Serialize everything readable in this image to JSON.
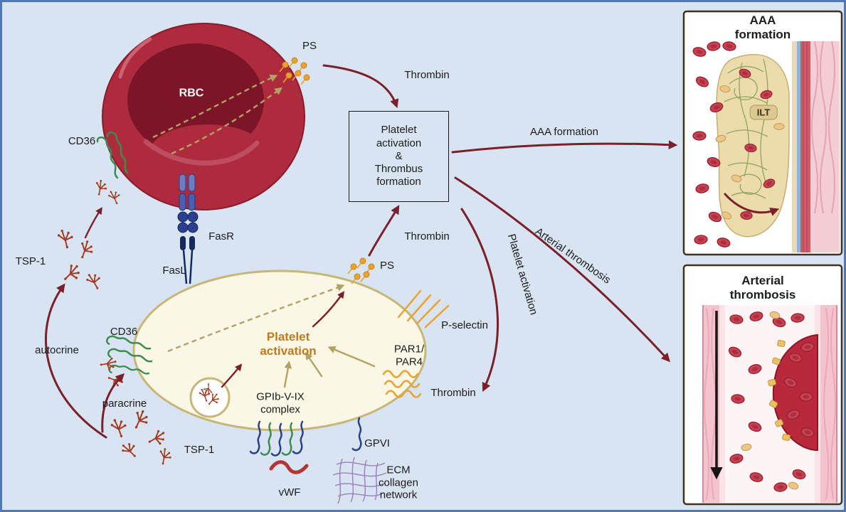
{
  "colors": {
    "canvas-bg": "#d8e4f2",
    "canvas-border": "#4f79b5",
    "rbc-fill": "#ad2b3d",
    "rbc-dark": "#7c1527",
    "rbc-highlight": "#d06a7c",
    "platelet-fill": "#fbf7e6",
    "platelet-stroke": "#c8b678",
    "orange": "#eca22d",
    "green": "#3d8b4f",
    "navy": "#2b3f8c",
    "navy-dark": "#16295e",
    "tsp-red": "#a33b22",
    "arrow-dark-red": "#7b1f2b",
    "arrow-tan": "#b3a263",
    "text-orange": "#bf7a1e",
    "purple": "#8f6fae",
    "vwf-red": "#b23434",
    "panel-border": "#41311f",
    "cell-red": "#c84152",
    "cell-red-dark": "#96202f",
    "cell-tan": "#ecc687",
    "wall-pink": "#f5cdd5",
    "wall-red": "#d05a6a",
    "wall-blue": "#8fb4dc",
    "ilt-fill": "#ecdcab",
    "mesh-green": "#7e9b52"
  },
  "labels": {
    "rbc": "RBC",
    "ps_top": "PS",
    "thrombin_top": "Thrombin",
    "cd36_rbc": "CD36",
    "tsp1_left": "TSP-1",
    "autocrine": "autocrine",
    "paracrine": "paracrine",
    "fasr": "FasR",
    "fasl": "FasL",
    "center_box": "Platelet\nactivation\n&\nThrombus\nformation",
    "aaa_formation_arrow": "AAA formation",
    "arterial_thrombosis_arrow": "Arterial thrombosis",
    "platelet_activation_arrow": "Platelet activation",
    "thrombin_mid": "Thrombin",
    "platelet_activation_main": "Platelet\nactivation",
    "cd36_platelet": "CD36",
    "tsp1_platelet": "TSP-1",
    "gpib_complex": "GPIb-V-IX\ncomplex",
    "vwf": "vWF",
    "gpvi": "GPVI",
    "ecm": "ECM\ncollagen\nnetwork",
    "ps_platelet": "PS",
    "p_selectin": "P-selectin",
    "par_receptors": "PAR1/\nPAR4",
    "thrombin_par": "Thrombin"
  },
  "panels": {
    "aaa": {
      "title": "AAA formation",
      "ilt_label": "ILT"
    },
    "arterial": {
      "title": "Arterial\nthrombosis"
    }
  }
}
